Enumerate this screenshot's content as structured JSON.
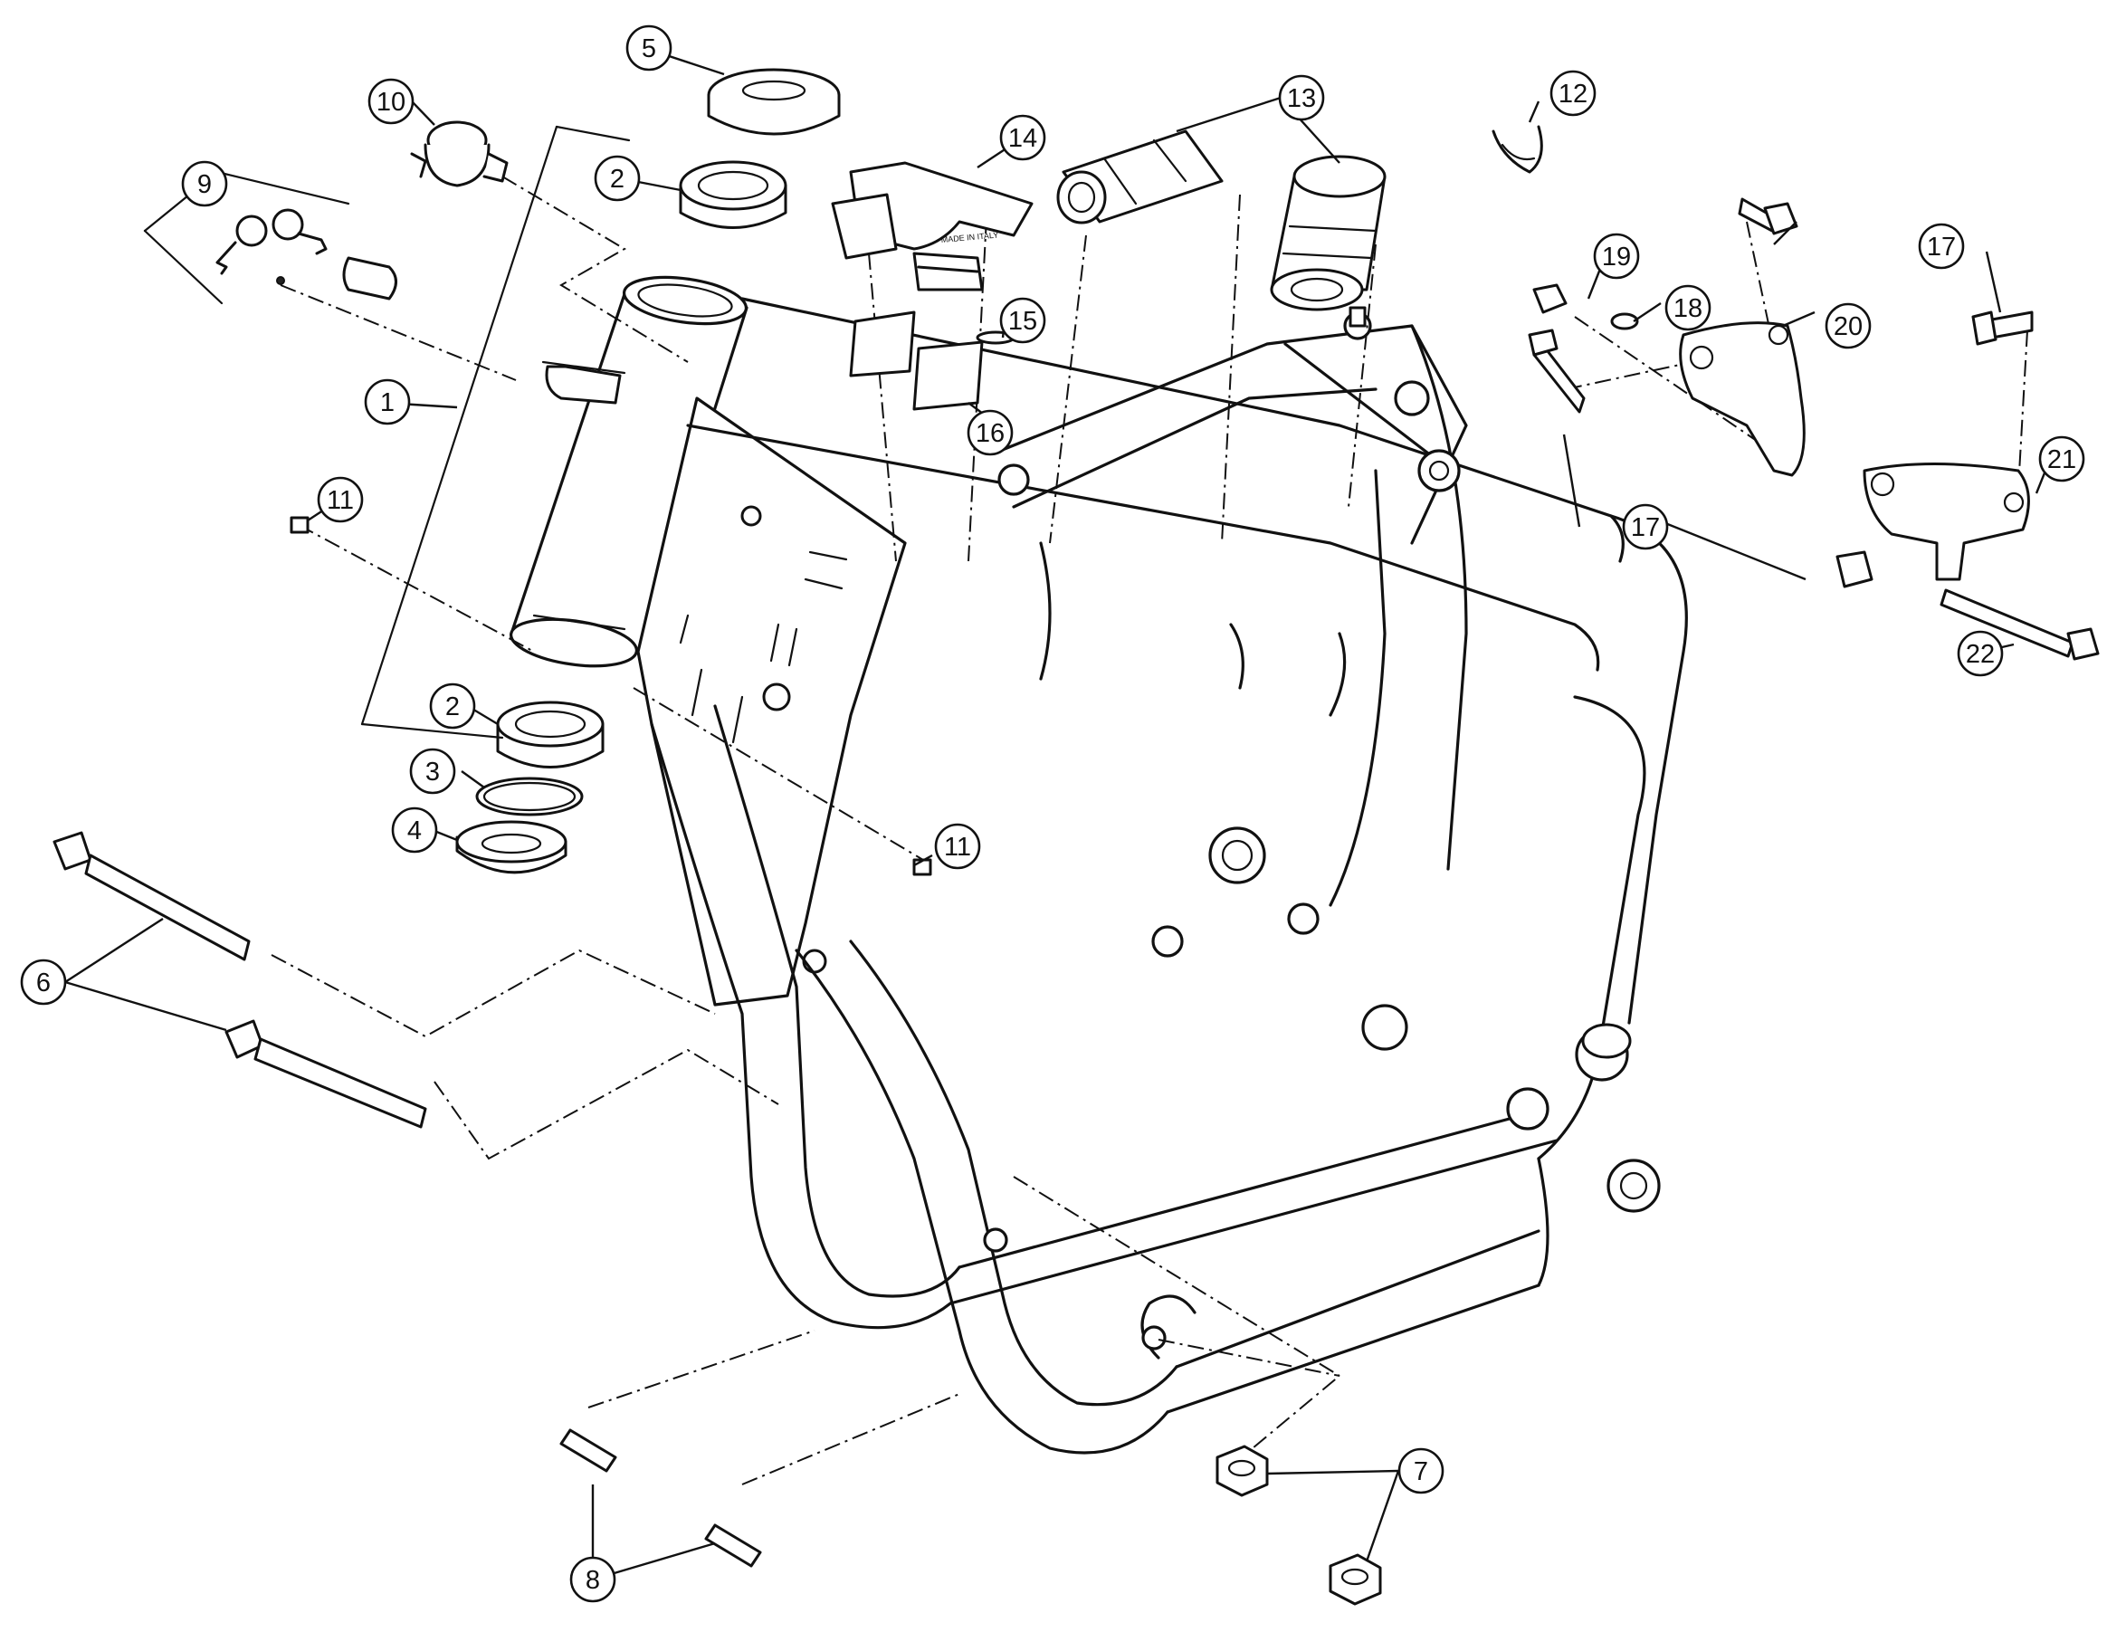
{
  "callouts": [
    {
      "id": "c1",
      "label": "1"
    },
    {
      "id": "c2a",
      "label": "2"
    },
    {
      "id": "c2b",
      "label": "2"
    },
    {
      "id": "c3",
      "label": "3"
    },
    {
      "id": "c4",
      "label": "4"
    },
    {
      "id": "c5",
      "label": "5"
    },
    {
      "id": "c6",
      "label": "6"
    },
    {
      "id": "c7",
      "label": "7"
    },
    {
      "id": "c8",
      "label": "8"
    },
    {
      "id": "c9",
      "label": "9"
    },
    {
      "id": "c10",
      "label": "10"
    },
    {
      "id": "c11a",
      "label": "11"
    },
    {
      "id": "c11b",
      "label": "11"
    },
    {
      "id": "c12",
      "label": "12"
    },
    {
      "id": "c13",
      "label": "13"
    },
    {
      "id": "c14",
      "label": "14"
    },
    {
      "id": "c15",
      "label": "15"
    },
    {
      "id": "c16",
      "label": "16"
    },
    {
      "id": "c17a",
      "label": "17"
    },
    {
      "id": "c17b",
      "label": "17"
    },
    {
      "id": "c18",
      "label": "18"
    },
    {
      "id": "c19",
      "label": "19"
    },
    {
      "id": "c20",
      "label": "20"
    },
    {
      "id": "c21",
      "label": "21"
    },
    {
      "id": "c22",
      "label": "22"
    }
  ],
  "label_plate_text": "MADE IN ITALY"
}
